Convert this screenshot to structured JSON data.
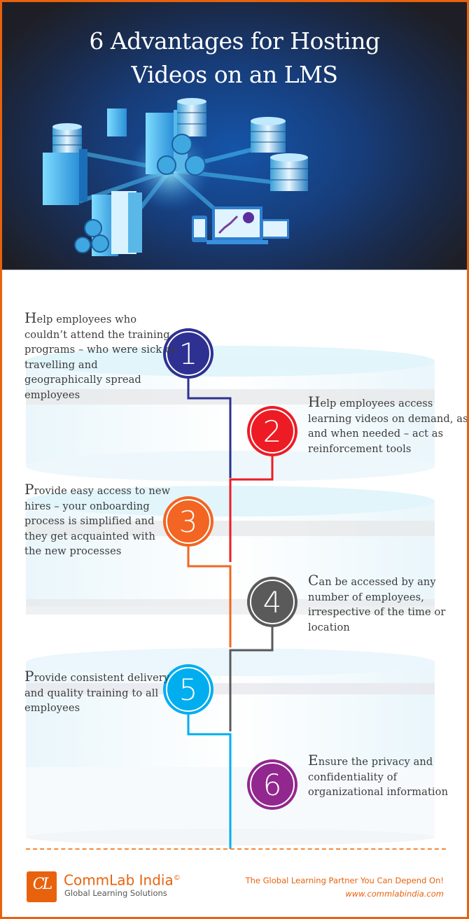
{
  "header": {
    "title_line1": "6 Advantages for Hosting",
    "title_line2": "Videos on an LMS",
    "illustration": "server-network-illustration"
  },
  "colors": {
    "border": "#e8620e",
    "step1": "#2e3192",
    "step2": "#ed1c24",
    "step3": "#f26522",
    "step4": "#5a5a5a",
    "step5": "#00aeef",
    "step6": "#92278f",
    "text": "#3b3b3b"
  },
  "advantages": [
    {
      "number": "1",
      "cap": "H",
      "rest": "elp employees who couldn’t attend the training programs – who were sick or travelling and geographically spread employees"
    },
    {
      "number": "2",
      "cap": "H",
      "rest": "elp employees access learning videos on demand, as and when needed – act as reinforcement tools"
    },
    {
      "number": "3",
      "cap": "P",
      "rest": "rovide easy access to new hires – your onboarding process is simplified and they get acquainted with the new processes"
    },
    {
      "number": "4",
      "cap": "C",
      "rest": "an be accessed by any number of employees, irrespective of the time or location"
    },
    {
      "number": "5",
      "cap": "P",
      "rest": "rovide consistent delivery and quality training to all employees"
    },
    {
      "number": "6",
      "cap": "E",
      "rest": "nsure the privacy and confidentiality of organizational information"
    }
  ],
  "footer": {
    "logo_letters": "CL",
    "brand": "CommLab India",
    "registered": "©",
    "subtitle": "Global Learning Solutions",
    "tagline": "The Global Learning Partner You Can Depend On!",
    "url": "www.commlabindia.com"
  }
}
